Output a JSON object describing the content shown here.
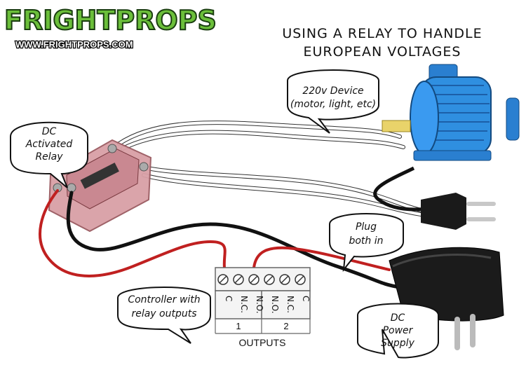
{
  "logo": {
    "name": "FRIGHTPROPS",
    "url": "WWW.FRIGHTPROPS.COM"
  },
  "title": {
    "line1": "USING A RELAY TO HANDLE",
    "line2": "EUROPEAN VOLTAGES"
  },
  "callouts": {
    "device": [
      "220v Device",
      "(motor, light, etc)"
    ],
    "relay": [
      "DC",
      "Activated",
      "Relay"
    ],
    "plug": [
      "Plug",
      "both in"
    ],
    "controller": [
      "Controller with",
      "relay outputs"
    ],
    "power": [
      "DC",
      "Power",
      "Supply"
    ]
  },
  "terminals": {
    "labels": [
      "C",
      "N.C.",
      "N.O.",
      "N.O.",
      "N.C.",
      "C"
    ],
    "group1": "1",
    "group2": "2",
    "caption": "OUTPUTS"
  },
  "colors": {
    "logo_green": "#6bbf3a",
    "motor_blue": "#2f8fe0",
    "relay_pink": "#d9a0a6",
    "wire_red": "#c02020",
    "wire_black": "#111111"
  }
}
